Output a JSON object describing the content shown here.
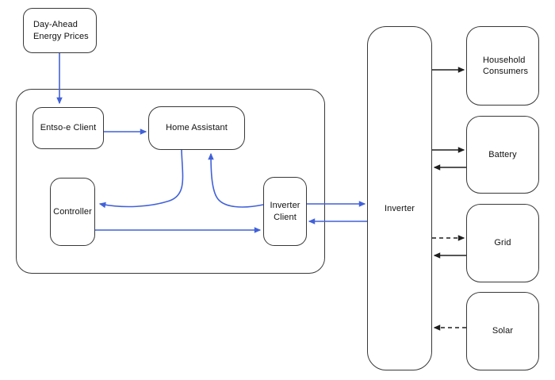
{
  "colors": {
    "flow_blue": "#4161d9",
    "line_black": "#1f1f1f",
    "box_border": "#383838",
    "background": "#ffffff"
  },
  "nodes": {
    "day_ahead": {
      "lines": [
        "Day-Ahead",
        "Energy Prices"
      ]
    },
    "entsoe": {
      "label": "Entso-e Client"
    },
    "home_assistant": {
      "label": "Home Assistant"
    },
    "controller": {
      "label": "Controller"
    },
    "inverter_client": {
      "lines": [
        "Inverter",
        "Client"
      ]
    },
    "inverter": {
      "label": "Inverter"
    },
    "household": {
      "lines": [
        "Household",
        "Consumers"
      ]
    },
    "battery": {
      "label": "Battery"
    },
    "grid": {
      "label": "Grid"
    },
    "solar": {
      "label": "Solar"
    }
  },
  "edges": [
    {
      "from": "day_ahead",
      "to": "entsoe",
      "color": "blue",
      "style": "solid"
    },
    {
      "from": "entsoe",
      "to": "home_assistant",
      "color": "blue",
      "style": "solid"
    },
    {
      "from": "home_assistant",
      "to": "controller",
      "color": "blue",
      "style": "solid-curved"
    },
    {
      "from": "inverter_client",
      "to": "home_assistant",
      "color": "blue",
      "style": "solid-curved"
    },
    {
      "from": "controller",
      "to": "inverter_client",
      "color": "blue",
      "style": "solid"
    },
    {
      "from": "inverter_client",
      "to": "inverter",
      "color": "blue",
      "style": "solid"
    },
    {
      "from": "inverter",
      "to": "inverter_client",
      "color": "blue",
      "style": "solid"
    },
    {
      "from": "inverter",
      "to": "household",
      "color": "black",
      "style": "solid"
    },
    {
      "from": "inverter",
      "to": "battery",
      "color": "black",
      "style": "solid"
    },
    {
      "from": "battery",
      "to": "inverter",
      "color": "black",
      "style": "solid"
    },
    {
      "from": "inverter",
      "to": "grid",
      "color": "black",
      "style": "dashed"
    },
    {
      "from": "grid",
      "to": "inverter",
      "color": "black",
      "style": "solid"
    },
    {
      "from": "solar",
      "to": "inverter",
      "color": "black",
      "style": "dashed"
    }
  ]
}
